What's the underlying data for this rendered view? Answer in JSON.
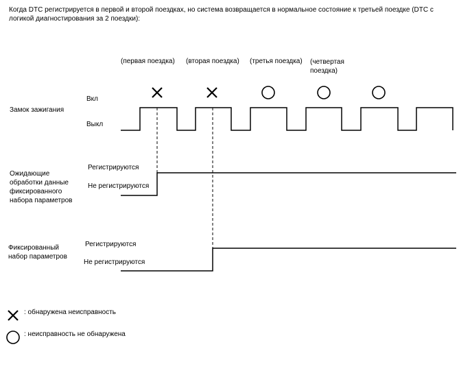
{
  "intro": "Когда DTC регистрируется в первой и второй поездках, но система возвращается в нормальное состояние к третьей поездке (DTC с логикой диагностирования за 2 поездки):",
  "trips": [
    "(первая поездка)",
    "(вторая поездка)",
    "(третья поездка)",
    "(четвертая поездка)"
  ],
  "trip_results": [
    "fail",
    "fail",
    "ok",
    "ok",
    "ok"
  ],
  "ignition": {
    "label": "Замок зажигания",
    "on": "Вкл",
    "off": "Выкл"
  },
  "pending_ffd": {
    "label": "Ожидающие обработки данные фиксированного набора параметров",
    "registered": "Регистрируются",
    "not_registered": "Не регистрируются"
  },
  "ffd": {
    "label": "Фиксированный набор параметров",
    "registered": "Регистрируются",
    "not_registered": "Не регистрируются"
  },
  "legend": {
    "cross_icon": "cross-icon",
    "circle_icon": "circle-icon",
    "cross_text": ": обнаружена неисправность",
    "circle_text": ": неисправность не обнаружена"
  }
}
